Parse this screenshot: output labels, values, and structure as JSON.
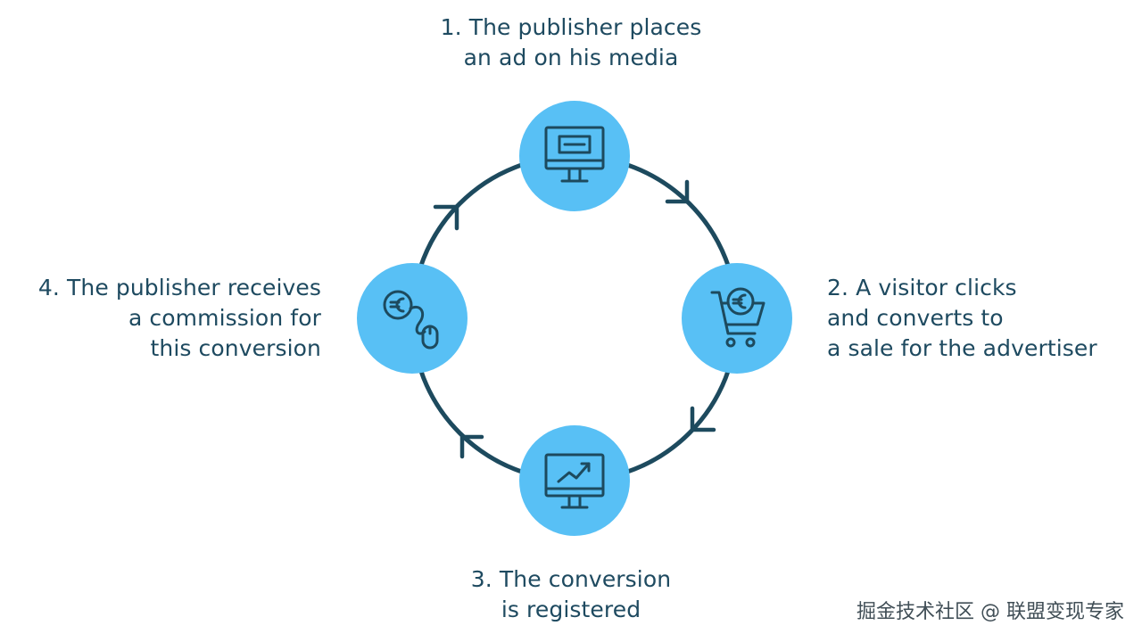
{
  "steps": [
    {
      "lines": [
        "1. The publisher places",
        "an ad on his media"
      ],
      "icon": "monitor-ad-icon"
    },
    {
      "lines": [
        "2. A visitor clicks",
        "and converts to",
        "a sale for the advertiser"
      ],
      "icon": "cart-euro-icon"
    },
    {
      "lines": [
        "3. The conversion",
        "is registered"
      ],
      "icon": "monitor-chart-icon"
    },
    {
      "lines": [
        "4. The publisher receives",
        "a commission for",
        "this conversion"
      ],
      "icon": "euro-mouse-icon"
    }
  ],
  "watermark": "掘金技术社区 @ 联盟变现专家",
  "colors": {
    "node_fill": "#58c0f5",
    "cycle_stroke": "#1d4a5e",
    "text": "#1e4a60"
  }
}
